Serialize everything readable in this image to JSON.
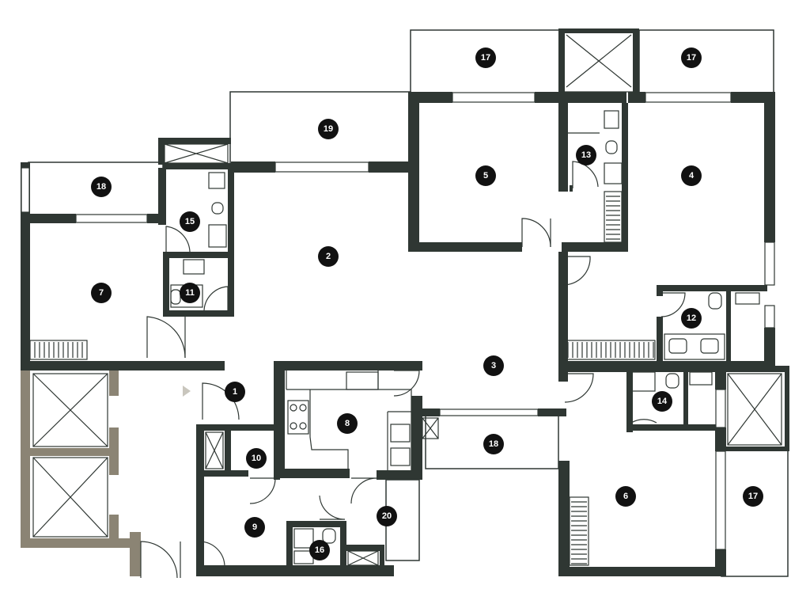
{
  "room_markers": [
    {
      "id": "marker-1",
      "label": "1"
    },
    {
      "id": "marker-2",
      "label": "2"
    },
    {
      "id": "marker-3",
      "label": "3"
    },
    {
      "id": "marker-4",
      "label": "4"
    },
    {
      "id": "marker-5",
      "label": "5"
    },
    {
      "id": "marker-6",
      "label": "6"
    },
    {
      "id": "marker-7",
      "label": "7"
    },
    {
      "id": "marker-8",
      "label": "8"
    },
    {
      "id": "marker-9",
      "label": "9"
    },
    {
      "id": "marker-10",
      "label": "10"
    },
    {
      "id": "marker-11",
      "label": "11"
    },
    {
      "id": "marker-12",
      "label": "12"
    },
    {
      "id": "marker-13",
      "label": "13"
    },
    {
      "id": "marker-14",
      "label": "14"
    },
    {
      "id": "marker-15",
      "label": "15"
    },
    {
      "id": "marker-16",
      "label": "16"
    },
    {
      "id": "marker-17a",
      "label": "17"
    },
    {
      "id": "marker-17b",
      "label": "17"
    },
    {
      "id": "marker-17c",
      "label": "17"
    },
    {
      "id": "marker-18a",
      "label": "18"
    },
    {
      "id": "marker-18b",
      "label": "18"
    },
    {
      "id": "marker-19",
      "label": "19"
    },
    {
      "id": "marker-20",
      "label": "20"
    }
  ],
  "colors": {
    "wall": "#2f3733",
    "shaft": "#8b8474",
    "marker": "#111111",
    "marker_text": "#ffffff",
    "background": "#ffffff"
  }
}
